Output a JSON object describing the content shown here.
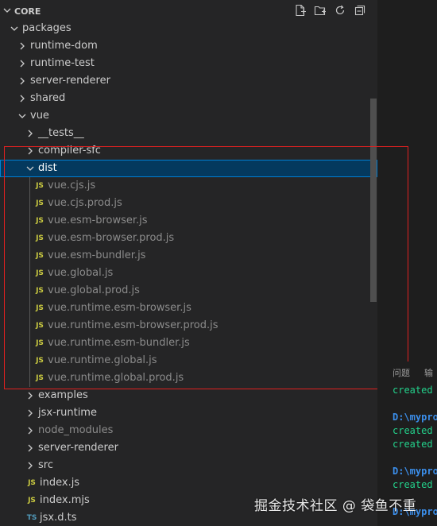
{
  "explorer": {
    "section_title": "CORE",
    "actions": [
      {
        "icon": "new-file-icon"
      },
      {
        "icon": "new-folder-icon"
      },
      {
        "icon": "refresh-icon"
      },
      {
        "icon": "collapse-all-icon"
      }
    ],
    "tree": [
      {
        "label": "packages",
        "depth": 0,
        "type": "folder",
        "expanded": true
      },
      {
        "label": "runtime-dom",
        "depth": 1,
        "type": "folder",
        "expanded": false
      },
      {
        "label": "runtime-test",
        "depth": 1,
        "type": "folder",
        "expanded": false
      },
      {
        "label": "server-renderer",
        "depth": 1,
        "type": "folder",
        "expanded": false
      },
      {
        "label": "shared",
        "depth": 1,
        "type": "folder",
        "expanded": false
      },
      {
        "label": "vue",
        "depth": 1,
        "type": "folder",
        "expanded": true
      },
      {
        "label": "__tests__",
        "depth": 2,
        "type": "folder",
        "expanded": false
      },
      {
        "label": "compiler-sfc",
        "depth": 2,
        "type": "folder",
        "expanded": false
      },
      {
        "label": "dist",
        "depth": 2,
        "type": "folder",
        "expanded": true,
        "selected": true
      },
      {
        "label": "vue.cjs.js",
        "depth": 3,
        "type": "js",
        "dim": true
      },
      {
        "label": "vue.cjs.prod.js",
        "depth": 3,
        "type": "js",
        "dim": true
      },
      {
        "label": "vue.esm-browser.js",
        "depth": 3,
        "type": "js",
        "dim": true
      },
      {
        "label": "vue.esm-browser.prod.js",
        "depth": 3,
        "type": "js",
        "dim": true
      },
      {
        "label": "vue.esm-bundler.js",
        "depth": 3,
        "type": "js",
        "dim": true
      },
      {
        "label": "vue.global.js",
        "depth": 3,
        "type": "js",
        "dim": true
      },
      {
        "label": "vue.global.prod.js",
        "depth": 3,
        "type": "js",
        "dim": true
      },
      {
        "label": "vue.runtime.esm-browser.js",
        "depth": 3,
        "type": "js",
        "dim": true
      },
      {
        "label": "vue.runtime.esm-browser.prod.js",
        "depth": 3,
        "type": "js",
        "dim": true
      },
      {
        "label": "vue.runtime.esm-bundler.js",
        "depth": 3,
        "type": "js",
        "dim": true
      },
      {
        "label": "vue.runtime.global.js",
        "depth": 3,
        "type": "js",
        "dim": true
      },
      {
        "label": "vue.runtime.global.prod.js",
        "depth": 3,
        "type": "js",
        "dim": true
      },
      {
        "label": "examples",
        "depth": 2,
        "type": "folder",
        "expanded": false
      },
      {
        "label": "jsx-runtime",
        "depth": 2,
        "type": "folder",
        "expanded": false
      },
      {
        "label": "node_modules",
        "depth": 2,
        "type": "folder",
        "expanded": false,
        "dim": true
      },
      {
        "label": "server-renderer",
        "depth": 2,
        "type": "folder",
        "expanded": false
      },
      {
        "label": "src",
        "depth": 2,
        "type": "folder",
        "expanded": false
      },
      {
        "label": "index.js",
        "depth": 2,
        "type": "js"
      },
      {
        "label": "index.mjs",
        "depth": 2,
        "type": "js"
      },
      {
        "label": "jsx.d.ts",
        "depth": 2,
        "type": "ts"
      }
    ]
  },
  "panel": {
    "tabs": [
      "问题",
      "输"
    ],
    "lines": [
      {
        "text": "created",
        "kind": "green"
      },
      {
        "text": "",
        "kind": "gap"
      },
      {
        "text": "D:\\mypro",
        "kind": "blue"
      },
      {
        "text": "created",
        "kind": "green"
      },
      {
        "text": "created",
        "kind": "green"
      },
      {
        "text": "",
        "kind": "gap"
      },
      {
        "text": "D:\\mypro",
        "kind": "blue"
      },
      {
        "text": "created",
        "kind": "green"
      },
      {
        "text": "",
        "kind": "gap"
      },
      {
        "text": "D:\\mypro",
        "kind": "blue"
      }
    ]
  },
  "watermark": "掘金技术社区 @ 袋鱼不重",
  "colors": {
    "sidebar_bg": "#252526",
    "selection_bg": "#04395e",
    "selection_border": "#007fd4",
    "js_icon": "#cbcb41",
    "ts_icon": "#519aba",
    "highlight_box": "#e02020",
    "terminal_green": "#23d18b",
    "terminal_blue": "#3b8eea"
  }
}
